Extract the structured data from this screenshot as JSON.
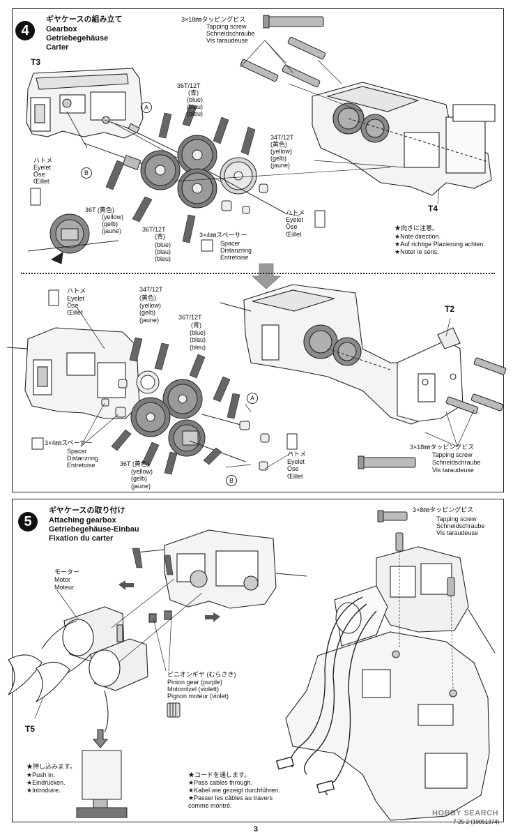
{
  "step4": {
    "number": "4",
    "title_ja": "ギヤケースの組み立て",
    "title_en": "Gearbox",
    "title_de": "Getriebegehäuse",
    "title_fr": "Carter",
    "label_t3": "T3",
    "label_t4": "T4",
    "label_t2": "T2",
    "screw_top": {
      "ja": "3×18㎜タッピングビス",
      "en": "Tapping screw",
      "de": "Schneidschraube",
      "fr": "Vis taraudeuse"
    },
    "gear_blue_a": {
      "name": "36T/12T",
      "ja": "(青)",
      "en": "(blue)",
      "de": "(blau)",
      "fr": "(bleu)"
    },
    "gear_yellow_a": {
      "name": "34T/12T",
      "ja": "(黄色)",
      "en": "(yellow)",
      "de": "(gelb)",
      "fr": "(jaune)"
    },
    "gear_36t_a": {
      "name": "36T (黄色)",
      "en": "(yellow)",
      "de": "(gelb)",
      "fr": "(jaune)"
    },
    "gear_blue_b": {
      "name": "36T/12T",
      "ja": "(青)",
      "en": "(blue)",
      "de": "(blau)",
      "fr": "(bleu)"
    },
    "spacer_a": {
      "ja": "3×4㎜スペーサー",
      "en": "Spacer",
      "de": "Distanzring",
      "fr": "Entretoise"
    },
    "eyelet_left": {
      "ja": "ハトメ",
      "en": "Eyelet",
      "de": "Öse",
      "fr": "Œillet"
    },
    "eyelet_right": {
      "ja": "ハトメ",
      "en": "Eyelet",
      "de": "Öse",
      "fr": "Œillet"
    },
    "label_a": "A",
    "label_b": "B",
    "note": {
      "ja": "★向きに注意。",
      "en": "★Note direction.",
      "de": "★Auf richtige Plazierung achten.",
      "fr": "★Noter le sens."
    },
    "lower": {
      "eyelet_top": {
        "ja": "ハトメ",
        "en": "Eyelet",
        "de": "Öse",
        "fr": "Œillet"
      },
      "gear_yellow": {
        "name": "34T/12T",
        "ja": "(黄色)",
        "en": "(yellow)",
        "de": "(gelb)",
        "fr": "(jaune)"
      },
      "gear_blue": {
        "name": "36T/12T",
        "ja": "(青)",
        "en": "(blue)",
        "de": "(blau)",
        "fr": "(bleu)"
      },
      "spacer": {
        "ja": "3×4㎜スペーサー",
        "en": "Spacer",
        "de": "Distanzring",
        "fr": "Entretoise"
      },
      "gear_36t": {
        "name": "36T (黄色)",
        "en": "(yellow)",
        "de": "(gelb)",
        "fr": "(jaune)"
      },
      "eyelet_bottom": {
        "ja": "ハトメ",
        "en": "Eyelet",
        "de": "Öse",
        "fr": "Œillet"
      },
      "screw": {
        "ja": "3×18㎜タッピングビス",
        "en": "Tapping screw",
        "de": "Schneidschraube",
        "fr": "Vis taraudeuse"
      },
      "label_a": "A",
      "label_b": "B"
    }
  },
  "step5": {
    "number": "5",
    "title_ja": "ギヤケースの取り付け",
    "title_en": "Attaching gearbox",
    "title_de": "Getriebegehäuse-Einbau",
    "title_fr": "Fixation du carter",
    "screw": {
      "ja": "3×8㎜タッピングビス",
      "en": "Tapping screw",
      "de": "Schneidschraube",
      "fr": "Vis taraudeuse"
    },
    "motor": {
      "ja": "モーター",
      "en": "Motor",
      "de": "Moteur"
    },
    "pinion": {
      "ja": "ピニオンギヤ (むらさき)",
      "en": "Pinion gear (purple)",
      "de": "Motorritzel (violett)",
      "fr": "Pignon moteur (violet)"
    },
    "label_t5": "T5",
    "push": {
      "ja": "★押し込みます。",
      "en": "★Push in.",
      "de": "★Eindrücken.",
      "fr": "★Introduire."
    },
    "cables": {
      "ja": "★コードを通します。",
      "en": "★Pass cables through.",
      "de": "★Kabel wie gezeigt durchführen.",
      "fr1": "★Passer les câbles au travers",
      "fr2": "comme montré."
    }
  },
  "footer": {
    "page": "3",
    "code": "7-25-2 (10051374)",
    "brand": "HOBBY SEARCH"
  },
  "colors": {
    "ink": "#111111",
    "gear_gray": "#6e6e6e",
    "gear_light": "#d8d8d8",
    "arrow_gray": "#9a9a9a"
  }
}
